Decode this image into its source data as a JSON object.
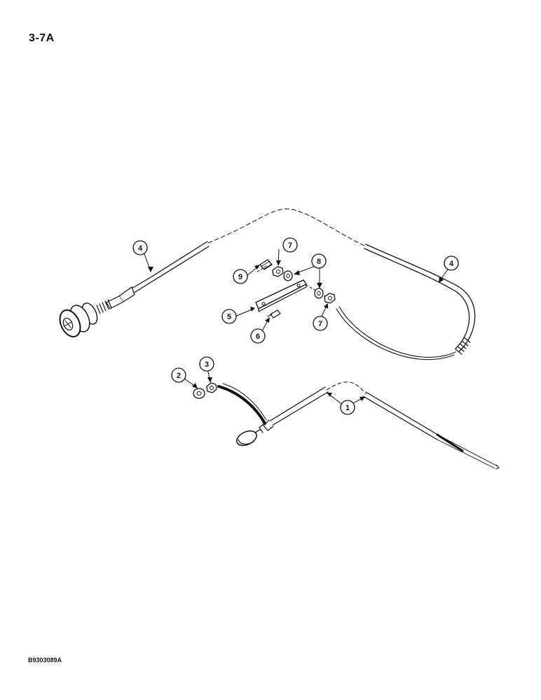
{
  "page": {
    "number": "3-7A",
    "figure_code": "B9303089A"
  },
  "callouts": [
    {
      "id": "c1",
      "label": "1"
    },
    {
      "id": "c2",
      "label": "2"
    },
    {
      "id": "c3",
      "label": "3"
    },
    {
      "id": "c4a",
      "label": "4"
    },
    {
      "id": "c4b",
      "label": "4"
    },
    {
      "id": "c5",
      "label": "5"
    },
    {
      "id": "c6",
      "label": "6"
    },
    {
      "id": "c7a",
      "label": "7"
    },
    {
      "id": "c7b",
      "label": "7"
    },
    {
      "id": "c8",
      "label": "8"
    },
    {
      "id": "c9",
      "label": "9"
    }
  ]
}
